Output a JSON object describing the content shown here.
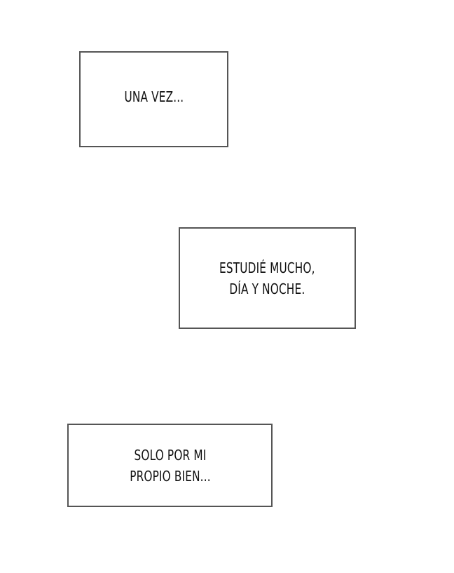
{
  "captions": [
    {
      "text": "UNA VEZ..."
    },
    {
      "text": "ESTUDIÉ MUCHO,\nDÍA Y NOCHE."
    },
    {
      "text": "SOLO POR MI\nPROPIO BIEN..."
    }
  ],
  "colors": {
    "background": "#ffffff",
    "border": "#555555",
    "text": "#111111"
  }
}
